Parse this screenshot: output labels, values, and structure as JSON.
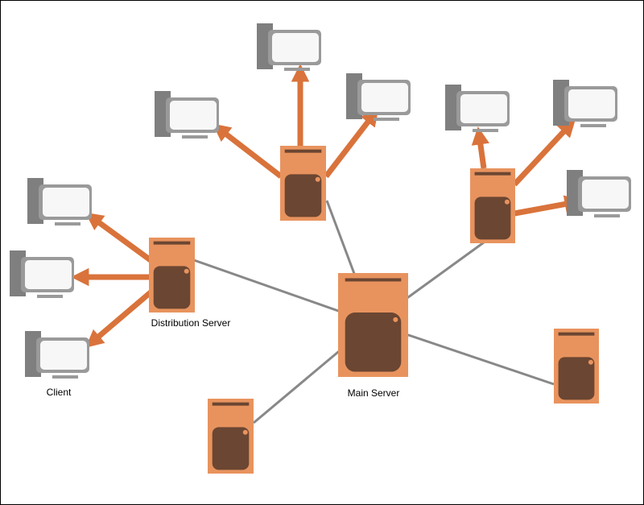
{
  "labels": {
    "distribution_server": "Distribution Server",
    "main_server": "Main Server",
    "client": "Client"
  },
  "colors": {
    "server_body": "#E8935E",
    "server_panel": "#6B4632",
    "server_slot": "#6B4632",
    "server_led": "#E8935E",
    "arrow": "#D9733B",
    "link": "#888888",
    "monitor_screen": "#F7F7F7",
    "monitor_frame": "#9A9A9A",
    "monitor_back": "#7F7F7F"
  }
}
